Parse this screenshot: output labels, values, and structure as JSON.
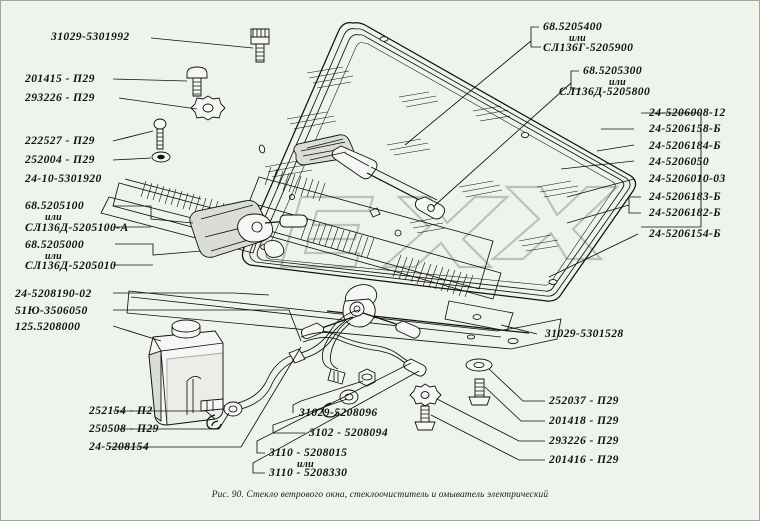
{
  "figure": {
    "caption": "Рис. 90. Стекло ветрового окна, стеклоочиститель и омыватель электрический",
    "background_color": "#eef3ec",
    "line_color": "#111111",
    "watermark_color": "#b9c3b8"
  },
  "labels_left": [
    {
      "id": "l01",
      "text": "31029-5301992"
    },
    {
      "id": "l02",
      "text": "201415 - П29"
    },
    {
      "id": "l03",
      "text": "293226 - П29"
    },
    {
      "id": "l04",
      "text": "222527 - П29"
    },
    {
      "id": "l05",
      "text": "252004 - П29"
    },
    {
      "id": "l06",
      "text": "24-10-5301920"
    },
    {
      "id": "l07",
      "text": "68.5205100"
    },
    {
      "id": "l07b",
      "text": "или"
    },
    {
      "id": "l08",
      "text": "СЛ136Д-5205100-А"
    },
    {
      "id": "l09",
      "text": "68.5205000"
    },
    {
      "id": "l09b",
      "text": "или"
    },
    {
      "id": "l10",
      "text": "СЛ136Д-5205010"
    },
    {
      "id": "l11",
      "text": "24-5208190-02"
    },
    {
      "id": "l12",
      "text": "51Ю-3506050"
    },
    {
      "id": "l13",
      "text": "125.5208000"
    },
    {
      "id": "l14",
      "text": "252154 - П2"
    },
    {
      "id": "l15",
      "text": "250508 - П29"
    },
    {
      "id": "l16",
      "text": "24-5208154"
    }
  ],
  "labels_center_bottom": [
    {
      "id": "c01",
      "text": "31029-5208096"
    },
    {
      "id": "c02",
      "text": "3102 - 5208094"
    },
    {
      "id": "c03",
      "text": "3110 - 5208015"
    },
    {
      "id": "c03b",
      "text": "или"
    },
    {
      "id": "c04",
      "text": "3110 - 5208330"
    }
  ],
  "labels_top_right": [
    {
      "id": "t01",
      "text": "68.5205400"
    },
    {
      "id": "t01b",
      "text": "или"
    },
    {
      "id": "t02",
      "text": "СЛ136Г-5205900"
    },
    {
      "id": "t03",
      "text": "68.5205300"
    },
    {
      "id": "t03b",
      "text": "или"
    },
    {
      "id": "t04",
      "text": "СЛ136Д-5205800"
    }
  ],
  "labels_right": [
    {
      "id": "r01",
      "text": "24-5206008-12"
    },
    {
      "id": "r02",
      "text": "24-5206158-Б"
    },
    {
      "id": "r03",
      "text": "24-5206184-Б"
    },
    {
      "id": "r04",
      "text": "24-5206050"
    },
    {
      "id": "r05",
      "text": "24-5206010-03"
    },
    {
      "id": "r06",
      "text": "24-5206183-Б"
    },
    {
      "id": "r07",
      "text": "24-5206182-Б"
    },
    {
      "id": "r08",
      "text": "24-5206154-Б"
    }
  ],
  "labels_bottom_right": [
    {
      "id": "b01",
      "text": "31029-5301528"
    },
    {
      "id": "b02",
      "text": "252037 - П29"
    },
    {
      "id": "b03",
      "text": "201418 - П29"
    },
    {
      "id": "b04",
      "text": "293226 - П29"
    },
    {
      "id": "b05",
      "text": "201416 - П29"
    }
  ]
}
